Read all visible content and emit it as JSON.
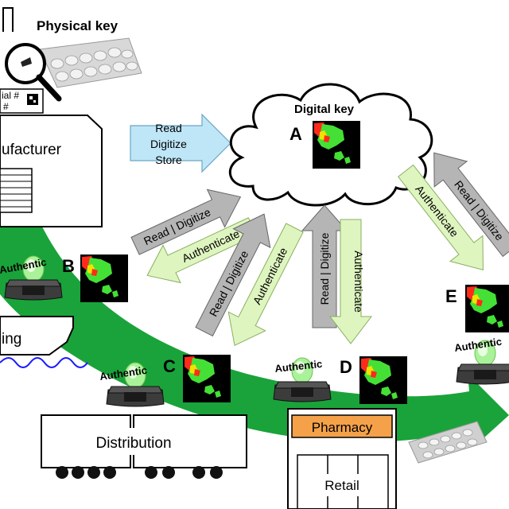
{
  "physical_key": {
    "title": "Physical key",
    "serial_line1": "ial #",
    "serial_line2": "#"
  },
  "digital_key": {
    "title": "Digital key",
    "letter": "A"
  },
  "manufacturer": {
    "label": "ufacturer"
  },
  "store_step": {
    "line1": "Read",
    "line2": "Digitize",
    "line3": "Store"
  },
  "packaging": {
    "label": "ing"
  },
  "distribution": {
    "label": "Distribution"
  },
  "pharmacy": {
    "sign": "Pharmacy",
    "label": "Retail"
  },
  "arrows": {
    "read_digitize": "Read | Digitize",
    "authenticate": "Authenticate"
  },
  "checkpoints": [
    {
      "letter": "B",
      "device_label": "Authentic"
    },
    {
      "letter": "C",
      "device_label": "Authentic"
    },
    {
      "letter": "D",
      "device_label": "Authentic"
    },
    {
      "letter": "E",
      "device_label": "Authentic"
    }
  ],
  "colors": {
    "flow_green": "#1aa33a",
    "read_arrow_gray": "#b5b5b5",
    "auth_arrow_green": "#dff5c0",
    "store_arrow_blue": "#bfe6f7",
    "pharmacy_orange": "#f4a14a",
    "key_red": "#ff2a1a",
    "key_green": "#45e035",
    "key_yellow": "#f2e200"
  }
}
